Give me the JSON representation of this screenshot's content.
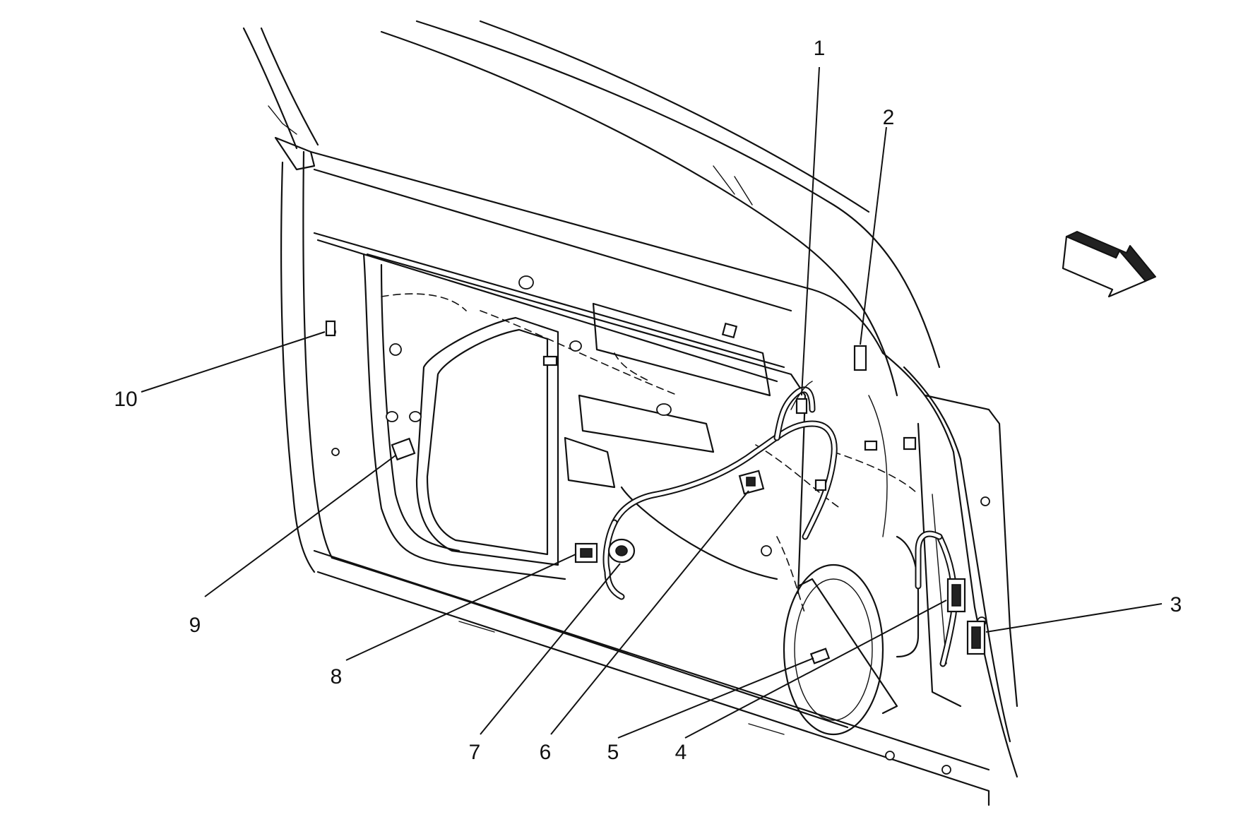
{
  "callouts": [
    {
      "id": "1",
      "label": "1"
    },
    {
      "id": "2",
      "label": "2"
    },
    {
      "id": "3",
      "label": "3"
    },
    {
      "id": "4",
      "label": "4"
    },
    {
      "id": "5",
      "label": "5"
    },
    {
      "id": "6",
      "label": "6"
    },
    {
      "id": "7",
      "label": "7"
    },
    {
      "id": "8",
      "label": "8"
    },
    {
      "id": "9",
      "label": "9"
    },
    {
      "id": "10",
      "label": "10"
    }
  ],
  "orientation_icon": "front-direction-arrow-icon"
}
